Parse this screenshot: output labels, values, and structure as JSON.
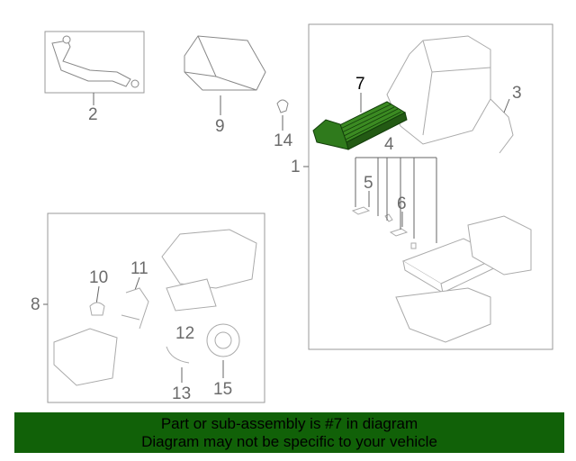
{
  "diagram": {
    "highlighted_part": "7",
    "highlight_color": "#2f7a1c",
    "callouts": {
      "c1": "1",
      "c2": "2",
      "c3": "3",
      "c4": "4",
      "c5": "5",
      "c6": "6",
      "c7": "7",
      "c8": "8",
      "c9": "9",
      "c10": "10",
      "c11": "11",
      "c12": "12",
      "c13": "13",
      "c14": "14",
      "c15": "15"
    }
  },
  "banner": {
    "line1": "Part or sub-assembly is #7 in diagram",
    "line2": "Diagram may not be specific to your vehicle",
    "color": "#116108"
  }
}
